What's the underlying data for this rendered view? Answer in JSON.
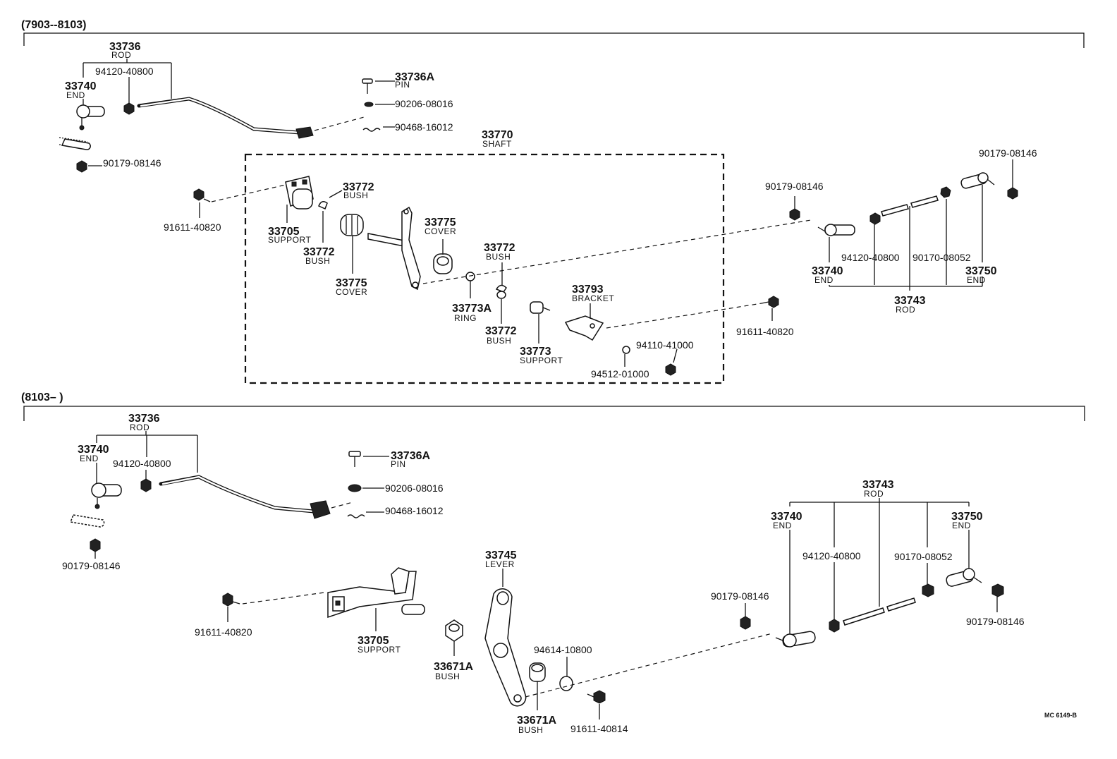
{
  "sections": {
    "top": {
      "range": "(7903--8103)"
    },
    "bottom": {
      "range": "(8103–         )"
    }
  },
  "top": {
    "rod_33736": {
      "num": "33736",
      "name": "ROD"
    },
    "end_33740": {
      "num": "33740",
      "name": "END"
    },
    "nut_94120": {
      "num": "94120-40800"
    },
    "pin_33736A": {
      "num": "33736A",
      "name": "PIN"
    },
    "washer_90206": {
      "num": "90206-08016"
    },
    "clip_90468": {
      "num": "90468-16012"
    },
    "nut_90179_a": {
      "num": "90179-08146"
    },
    "shaft_33770": {
      "num": "33770",
      "name": "SHAFT"
    },
    "bolt_91611_a": {
      "num": "91611-40820"
    },
    "support_33705": {
      "num": "33705",
      "name": "SUPPORT"
    },
    "bush_33772_a": {
      "num": "33772",
      "name": "BUSH"
    },
    "bush_33772_b": {
      "num": "33772",
      "name": "BUSH"
    },
    "cover_33775_a": {
      "num": "33775",
      "name": "COVER"
    },
    "cover_33775_b": {
      "num": "33775",
      "name": "COVER"
    },
    "bush_33772_c": {
      "num": "33772",
      "name": "BUSH"
    },
    "ring_33773A": {
      "num": "33773A",
      "name": "RING"
    },
    "bush_33772_d": {
      "num": "33772",
      "name": "BUSH"
    },
    "support_33773": {
      "num": "33773",
      "name": "SUPPORT"
    },
    "bracket_33793": {
      "num": "33793",
      "name": "BRACKET"
    },
    "washer_94110": {
      "num": "94110-41000"
    },
    "nut_94512": {
      "num": "94512-01000"
    },
    "bolt_91611_b": {
      "num": "91611-40820"
    },
    "nut_90179_b": {
      "num": "90179-08146"
    },
    "nut_90179_c": {
      "num": "90179-08146"
    },
    "end_33740_r": {
      "num": "33740",
      "name": "END"
    },
    "nut_94120_r": {
      "num": "94120-40800"
    },
    "nut_90170": {
      "num": "90170-08052"
    },
    "end_33750": {
      "num": "33750",
      "name": "END"
    },
    "rod_33743": {
      "num": "33743",
      "name": "ROD"
    }
  },
  "bottom": {
    "rod_33736": {
      "num": "33736",
      "name": "ROD"
    },
    "end_33740": {
      "num": "33740",
      "name": "END"
    },
    "nut_94120": {
      "num": "94120-40800"
    },
    "pin_33736A": {
      "num": "33736A",
      "name": "PIN"
    },
    "washer_90206": {
      "num": "90206-08016"
    },
    "clip_90468": {
      "num": "90468-16012"
    },
    "nut_90179_a": {
      "num": "90179-08146"
    },
    "bolt_91611_a": {
      "num": "91611-40820"
    },
    "support_33705": {
      "num": "33705",
      "name": "SUPPORT"
    },
    "bush_33671A_a": {
      "num": "33671A",
      "name": "BUSH"
    },
    "lever_33745": {
      "num": "33745",
      "name": "LEVER"
    },
    "bush_33671A_b": {
      "num": "33671A",
      "name": "BUSH"
    },
    "washer_94614": {
      "num": "94614-10800"
    },
    "bolt_91611_b": {
      "num": "91611-40814"
    },
    "nut_90179_b": {
      "num": "90179-08146"
    },
    "rod_33743": {
      "num": "33743",
      "name": "ROD"
    },
    "end_33740_r": {
      "num": "33740",
      "name": "END"
    },
    "nut_94120_r": {
      "num": "94120-40800"
    },
    "nut_90170": {
      "num": "90170-08052"
    },
    "end_33750": {
      "num": "33750",
      "name": "END"
    },
    "nut_90179_c": {
      "num": "90179-08146"
    }
  },
  "drawing_code": "MC 6149-B"
}
